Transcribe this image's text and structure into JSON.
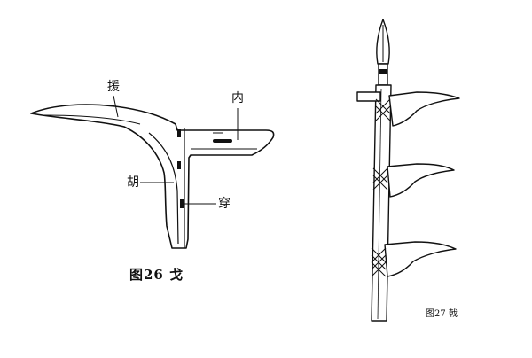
{
  "figure_ge": {
    "labels": {
      "yuan": "援",
      "nei": "内",
      "hu": "胡",
      "chuan": "穿"
    },
    "caption": "图26  戈"
  },
  "figure_ji": {
    "caption": "图27  戟"
  }
}
